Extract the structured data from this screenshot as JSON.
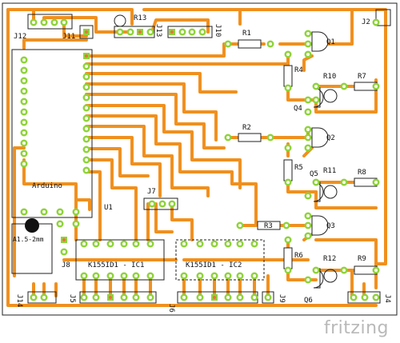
{
  "brand": "fritzing",
  "labels": {
    "j12": "J12",
    "j11": "J11",
    "r13": "R13",
    "j13": "J13",
    "j10": "J10",
    "j2": "J2",
    "r1": "R1",
    "q1": "Q1",
    "r4": "R4",
    "r10": "R10",
    "r7": "R7",
    "q4": "Q4",
    "r2": "R2",
    "q2": "Q2",
    "r5": "R5",
    "r11": "R11",
    "r8": "R8",
    "q5": "Q5",
    "r3": "R3",
    "q3": "Q3",
    "r6": "R6",
    "r12": "R12",
    "r9": "R9",
    "q6": "Q6",
    "j7": "J7",
    "u1": "U1",
    "arduino": "Arduino",
    "jack": "A1.5-2mm",
    "j8": "J8",
    "ic1": "K155ID1 - IC1",
    "ic2": "K155ID1 - IC2",
    "j14": "J14",
    "j5": "J5",
    "j6": "J6",
    "j9": "J9",
    "j4": "J4"
  },
  "colors": {
    "trace": "#f0901e",
    "pad": "#8fd33a",
    "pad_hole": "#ffffff",
    "pad_square_hole": "#e8743a",
    "board_edge": "#222222"
  }
}
